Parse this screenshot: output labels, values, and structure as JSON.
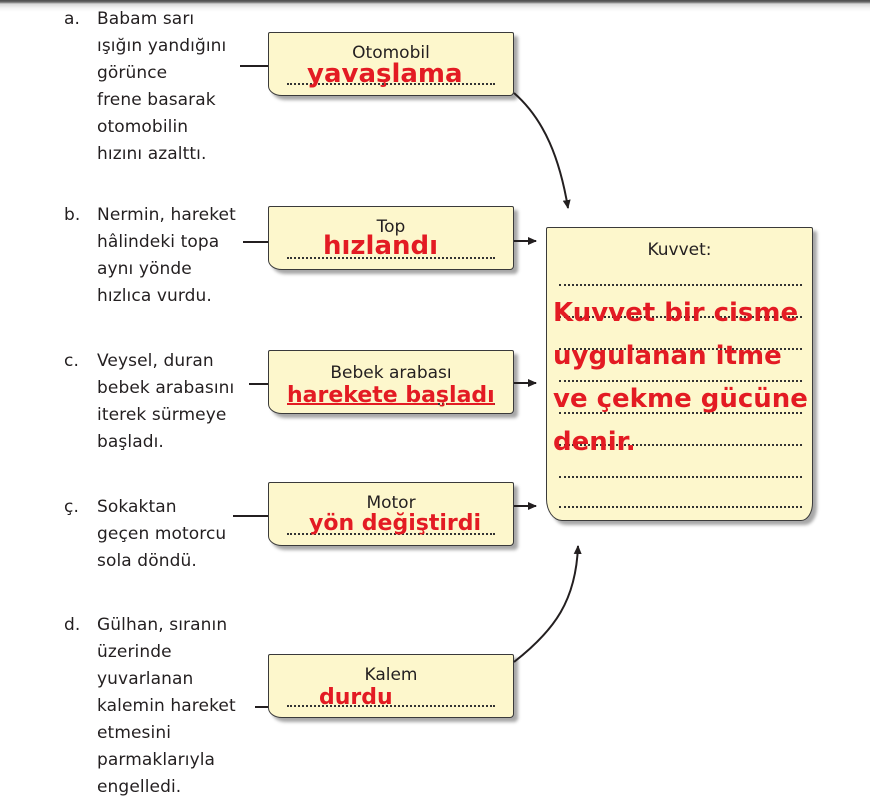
{
  "items": [
    {
      "letter": "a.",
      "text": "Babam sarı\nışığın yandığını\ngörünce\nfrene basarak\notomobilin\nhızını azalttı."
    },
    {
      "letter": "b.",
      "text": "Nermin, hareket\nhâlindeki topa\naynı yönde\nhızlıca vurdu."
    },
    {
      "letter": "c.",
      "text": "Veysel, duran\nbebek arabasını\niterek sürmeye\nbaşladı."
    },
    {
      "letter": "ç.",
      "text": "Sokaktan\ngeçen motorcu\nsola döndü."
    },
    {
      "letter": "d.",
      "text": "Gülhan, sıranın\nüzerinde\nyuvarlanan\nkalemin hareket\netmesini\nparmaklarıyla\nengelledi."
    }
  ],
  "boxes": [
    {
      "label": "Otomobil",
      "answer": "yavaşlama"
    },
    {
      "label": "Top",
      "answer": "hızlandı"
    },
    {
      "label": "Bebek arabası",
      "answer": "harekete başladı"
    },
    {
      "label": "Motor",
      "answer": "yön değiştirdi"
    },
    {
      "label": "Kalem",
      "answer": "durdu"
    }
  ],
  "definition": {
    "label": "Kuvvet:",
    "answer": "Kuvvet bir cisme uygulanan itme ve çekme gücüne denir."
  },
  "colors": {
    "answer": "#e31b23",
    "note_fill": "#fdf7cc",
    "text": "#231f20"
  }
}
